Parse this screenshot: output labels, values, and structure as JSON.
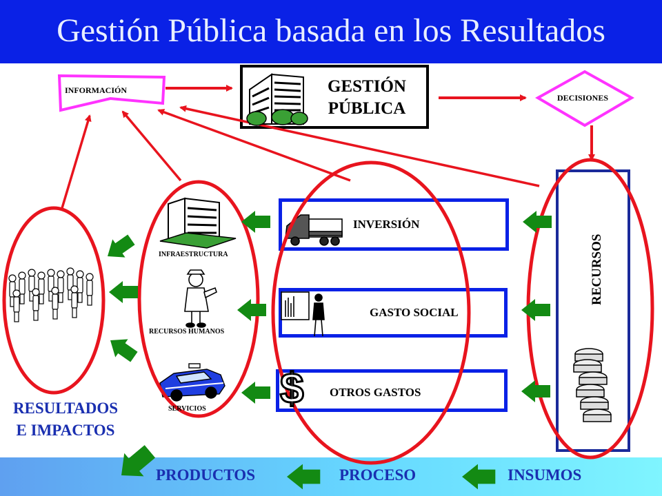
{
  "header": {
    "title": "Gestión Pública basada en los Resultados"
  },
  "top": {
    "informacion": "INFORMACIÓN",
    "gestion_line1": "GESTIÓN",
    "gestion_line2": "PÚBLICA",
    "decisiones": "DECISIONES"
  },
  "process": {
    "inversion": "INVERSIÓN",
    "gasto_social": "GASTO SOCIAL",
    "otros_gastos": "OTROS GASTOS",
    "currency_symbol": "$"
  },
  "outputs": {
    "infraestructura": "INFRAESTRUCTURA",
    "recursos_humanos": "RECURSOS HUMANOS",
    "servicios": "SERVICIOS"
  },
  "inputs": {
    "recursos": "RECURSOS"
  },
  "results": {
    "line1": "RESULTADOS",
    "line2": "E IMPACTOS"
  },
  "footer": {
    "productos": "PRODUCTOS",
    "proceso": "PROCESO",
    "insumos": "INSUMOS"
  },
  "colors": {
    "title_bar": "#0a21e6",
    "title_text": "#e8eeff",
    "ellipse_red": "#e8141e",
    "arrow_green": "#138a13",
    "box_blue": "#0a21e6",
    "magenta": "#ff33ff",
    "results_text": "#1a2fb0"
  }
}
